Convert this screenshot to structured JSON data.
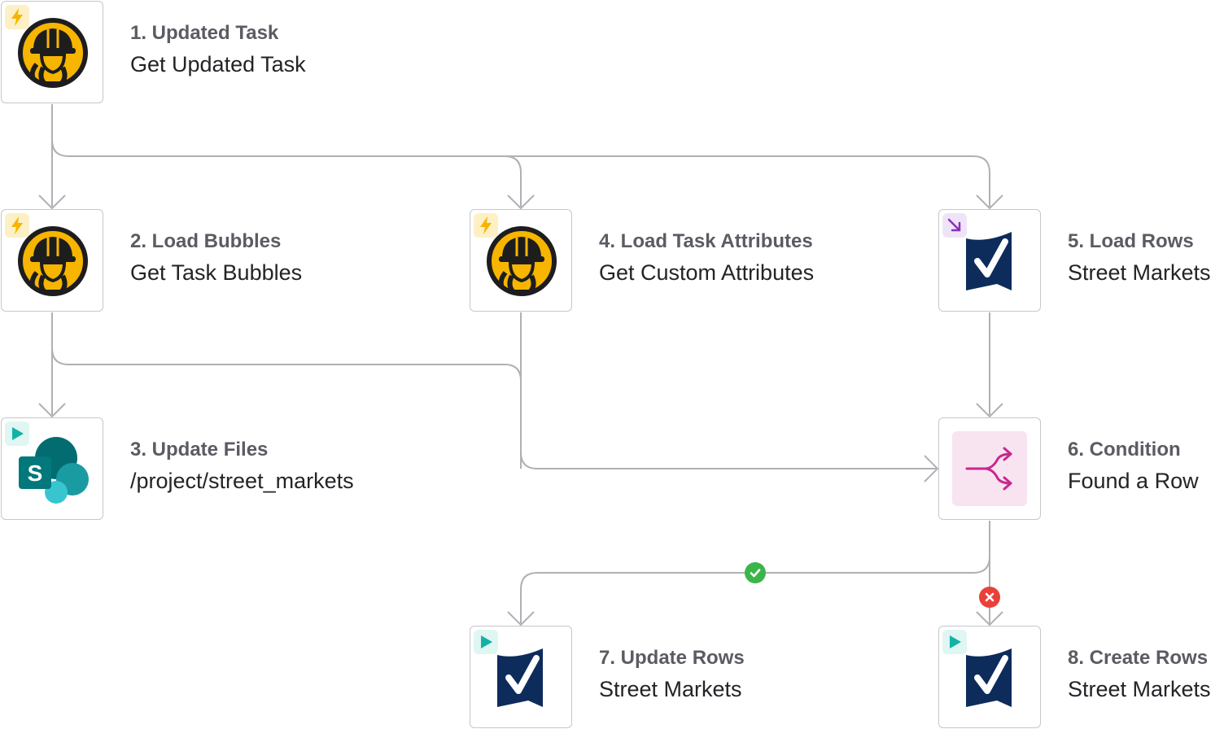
{
  "colors": {
    "wire": "#b0b0b5",
    "trigger_badge": "#fdf0c4",
    "trigger_bolt": "#f7b500",
    "action_badge": "#dff6f3",
    "action_play": "#12b3a6",
    "search_badge": "#efe4f7",
    "search_arrow": "#8a2fc0",
    "condition_bg": "#f8e4f1",
    "condition_icon": "#c8288d",
    "success": "#3bb54a",
    "failure": "#e8413b",
    "smartsheet_navy": "#0d2c5c"
  },
  "nodes": [
    {
      "id": 1,
      "title": "1. Updated Task",
      "subtitle": "Get Updated Task",
      "app_icon": "fieldworker-helmet-icon",
      "badge": "lightning-trigger-icon"
    },
    {
      "id": 2,
      "title": "2. Load Bubbles",
      "subtitle": "Get Task Bubbles",
      "app_icon": "fieldworker-helmet-icon",
      "badge": "lightning-trigger-icon"
    },
    {
      "id": 3,
      "title": "3. Update Files",
      "subtitle": "/project/street_markets",
      "app_icon": "sharepoint-icon",
      "badge": "play-action-icon"
    },
    {
      "id": 4,
      "title": "4. Load Task Attributes",
      "subtitle": "Get Custom Attributes",
      "app_icon": "fieldworker-helmet-icon",
      "badge": "lightning-trigger-icon"
    },
    {
      "id": 5,
      "title": "5. Load Rows",
      "subtitle": "Street Markets",
      "app_icon": "smartsheet-icon",
      "badge": "search-arrow-icon"
    },
    {
      "id": 6,
      "title": "6. Condition",
      "subtitle": "Found a Row",
      "app_icon": "condition-split-icon",
      "badge": ""
    },
    {
      "id": 7,
      "title": "7. Update Rows",
      "subtitle": "Street Markets",
      "app_icon": "smartsheet-icon",
      "badge": "play-action-icon"
    },
    {
      "id": 8,
      "title": "8. Create Rows",
      "subtitle": "Street Markets",
      "app_icon": "smartsheet-icon",
      "badge": "play-action-icon"
    }
  ],
  "branches": {
    "true_branch": "check-icon",
    "false_branch": "x-icon"
  }
}
